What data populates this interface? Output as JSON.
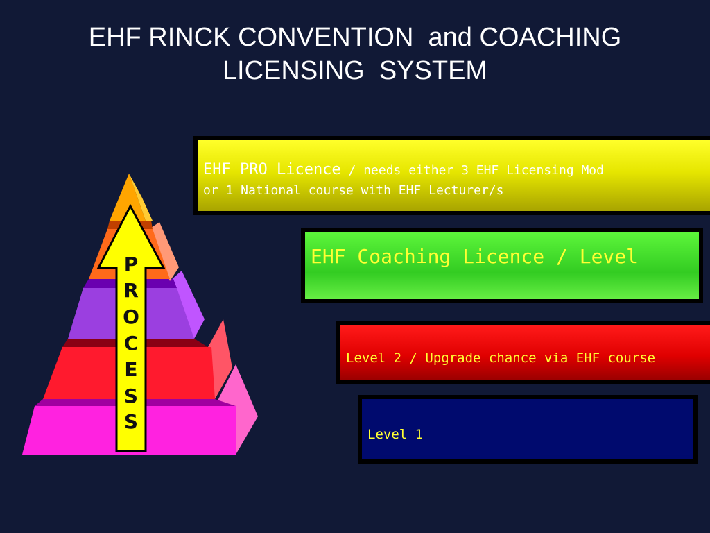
{
  "title": {
    "line1": "EHF RINCK CONVENTION  and COACHING",
    "line2": "LICENSING  SYSTEM"
  },
  "pyramid": {
    "arrow_letters": [
      "P",
      "R",
      "O",
      "C",
      "E",
      "S",
      "S"
    ],
    "colors": {
      "top": "#ffa500",
      "second": "#ff6a1a",
      "third": "#9b3fe0",
      "fourth": "#ff1a2e",
      "bottom": "#ff22e0",
      "arrow": "#ffff00"
    }
  },
  "levels": {
    "pro": {
      "label": "EHF PRO Licence",
      "note": " / needs either 3 EHF Licensing Mod",
      "line2": "or 1 National course with EHF Lecturer/s"
    },
    "coaching": {
      "label": "EHF Coaching Licence / Level"
    },
    "level2": {
      "label": "Level 2 / Upgrade chance via EHF course"
    },
    "level1": {
      "label": "Level 1"
    }
  }
}
